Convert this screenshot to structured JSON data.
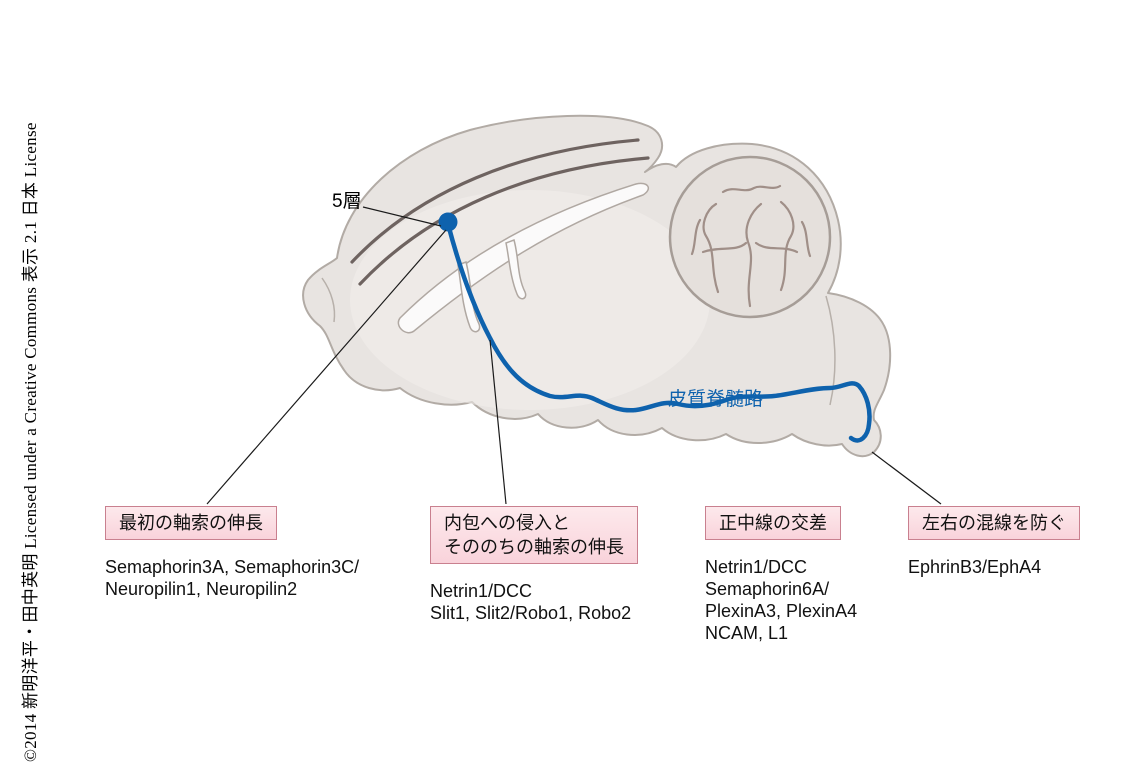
{
  "copyright": "©2014 新明洋平・田中英明 Licensed under a Creative Commons 表示 2.1 日本 License",
  "diagram": {
    "layer_label": "5層",
    "tract_label": "皮質脊髄路",
    "colors": {
      "tract_blue": "#0e62ad",
      "box_fill": "#f9d3db",
      "box_border": "#c9808f",
      "brain_fill": "#e8e4e1",
      "brain_stroke": "#b2aba5",
      "cortex_layer_line": "#6e6360"
    }
  },
  "annotations": [
    {
      "title": "最初の軸索の伸長",
      "molecules": "Semaphorin3A, Semaphorin3C/\nNeuropilin1, Neuropilin2"
    },
    {
      "title": "内包への侵入と\nそののちの軸索の伸長",
      "molecules": "Netrin1/DCC\nSlit1, Slit2/Robo1, Robo2"
    },
    {
      "title": "正中線の交差",
      "molecules": "Netrin1/DCC\nSemaphorin6A/\nPlexinA3, PlexinA4\nNCAM, L1"
    },
    {
      "title": "左右の混線を防ぐ",
      "molecules": "EphrinB3/EphA4"
    }
  ]
}
